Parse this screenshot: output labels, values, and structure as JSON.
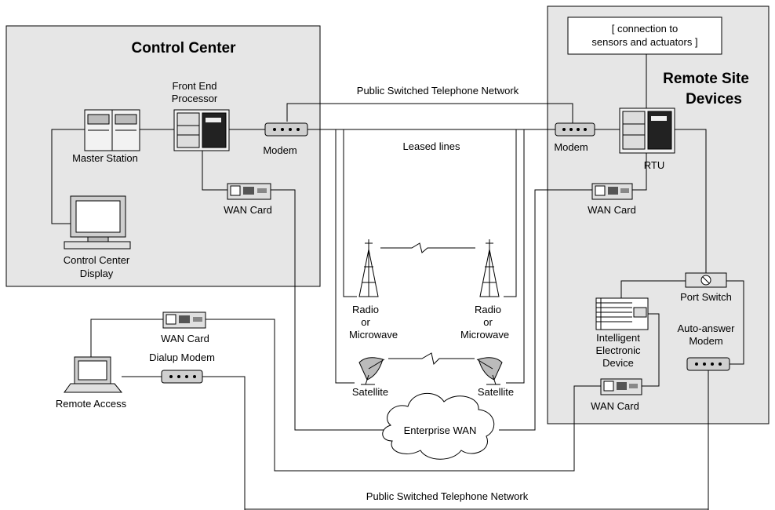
{
  "regions": {
    "control_center": "Control Center",
    "remote_site_line1": "Remote Site",
    "remote_site_line2": "Devices"
  },
  "sensors_box": {
    "line1": "[ connection to",
    "line2": "sensors and actuators ]"
  },
  "networks": {
    "pstn_top": "Public Switched Telephone Network",
    "pstn_bottom": "Public Switched Telephone Network",
    "leased_lines": "Leased lines",
    "enterprise_wan": "Enterprise WAN"
  },
  "devices": {
    "front_end_line1": "Front End",
    "front_end_line2": "Processor",
    "master_station": "Master Station",
    "modem_left": "Modem",
    "modem_right": "Modem",
    "wan_card_cc": "WAN Card",
    "display_line1": "Control Center",
    "display_line2": "Display",
    "rtu": "RTU",
    "wan_card_rtu": "WAN Card",
    "radio_left_1": "Radio",
    "radio_left_2": "or",
    "radio_left_3": "Microwave",
    "radio_right_1": "Radio",
    "radio_right_2": "or",
    "radio_right_3": "Microwave",
    "satellite_left": "Satellite",
    "satellite_right": "Satellite",
    "port_switch": "Port Switch",
    "auto_answer_1": "Auto-answer",
    "auto_answer_2": "Modem",
    "ied_1": "Intelligent",
    "ied_2": "Electronic",
    "ied_3": "Device",
    "wan_card_ied": "WAN Card",
    "wan_card_remote": "WAN Card",
    "dialup_modem": "Dialup Modem",
    "remote_access": "Remote Access"
  }
}
